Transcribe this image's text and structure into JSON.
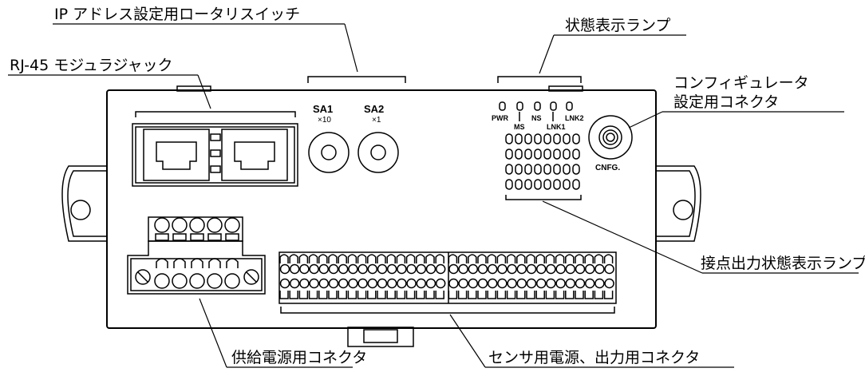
{
  "labels": {
    "ip_switch": "IP アドレス設定用ロータリスイッチ",
    "rj45": "RJ-45 モジュラジャック",
    "status_lamp": "状態表示ランプ",
    "configurator_line1": "コンフィギュレータ",
    "configurator_line2": "設定用コネクタ",
    "contact_lamp": "接点出力状態表示ランプ",
    "power_connector": "供給電源用コネクタ",
    "sensor_connector": "センサ用電源、出力用コネクタ"
  },
  "device": {
    "sa1": "SA1",
    "sa1_mult": "×10",
    "sa2": "SA2",
    "sa2_mult": "×1",
    "pwr": "PWR",
    "ms": "MS",
    "ns": "NS",
    "lnk1": "LNK1",
    "lnk2": "LNK2",
    "cnfg": "CNFG."
  }
}
